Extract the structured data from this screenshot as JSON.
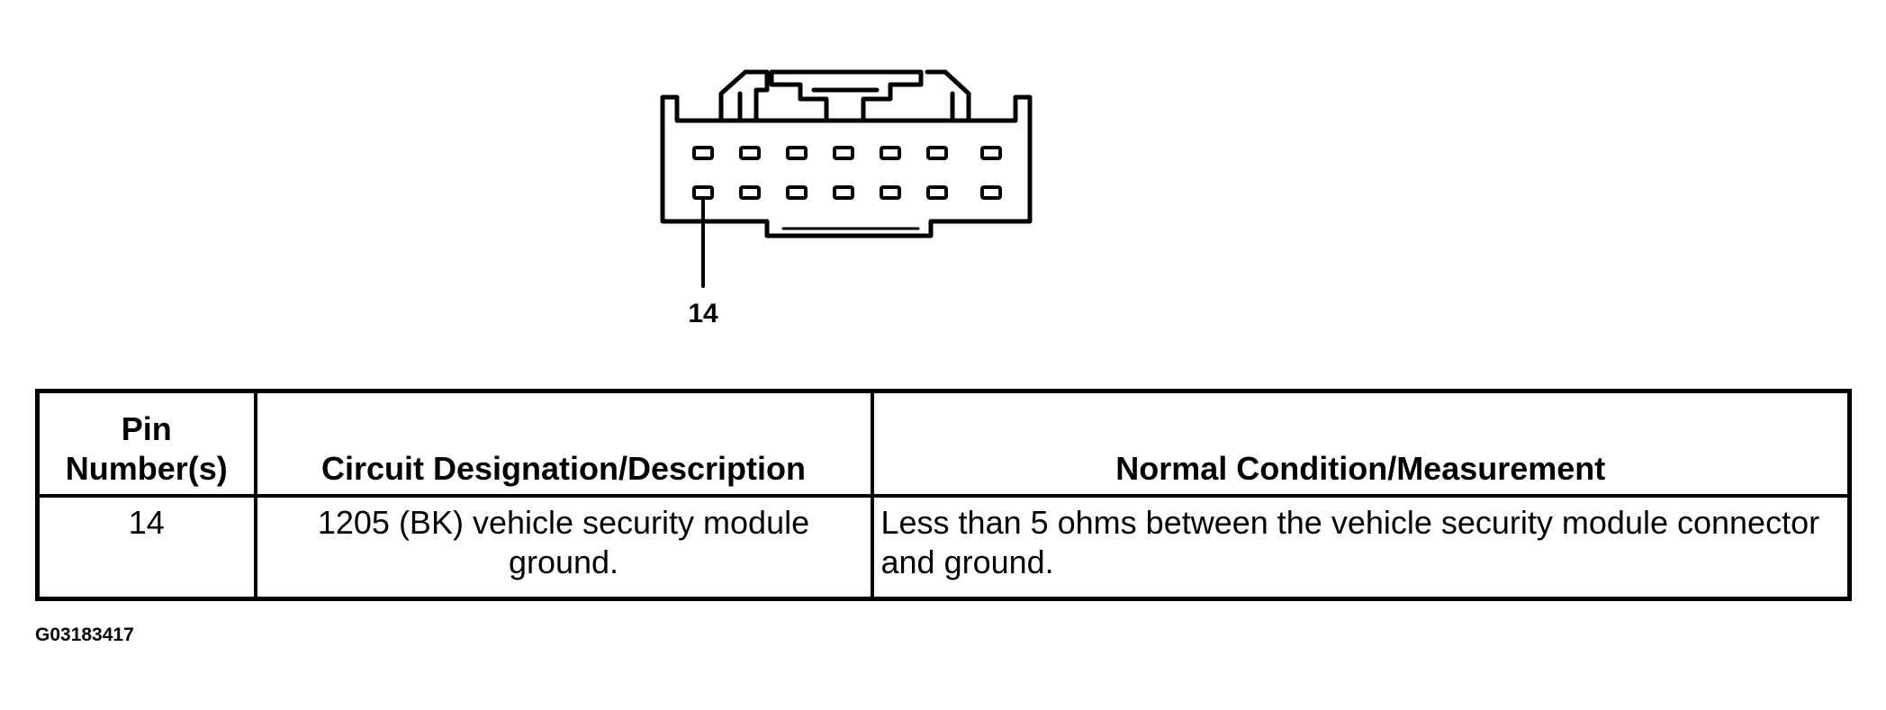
{
  "diagram": {
    "pin_callout": "14",
    "figure_id": "G03183417"
  },
  "table": {
    "headers": {
      "pin_line1": "Pin",
      "pin_line2": "Number(s)",
      "circuit": "Circuit Designation/Description",
      "condition": "Normal Condition/Measurement"
    },
    "rows": [
      {
        "pin": "14",
        "circuit": "1205 (BK) vehicle security module ground.",
        "condition": "Less than 5 ohms between the vehicle security module connector and ground."
      }
    ]
  }
}
